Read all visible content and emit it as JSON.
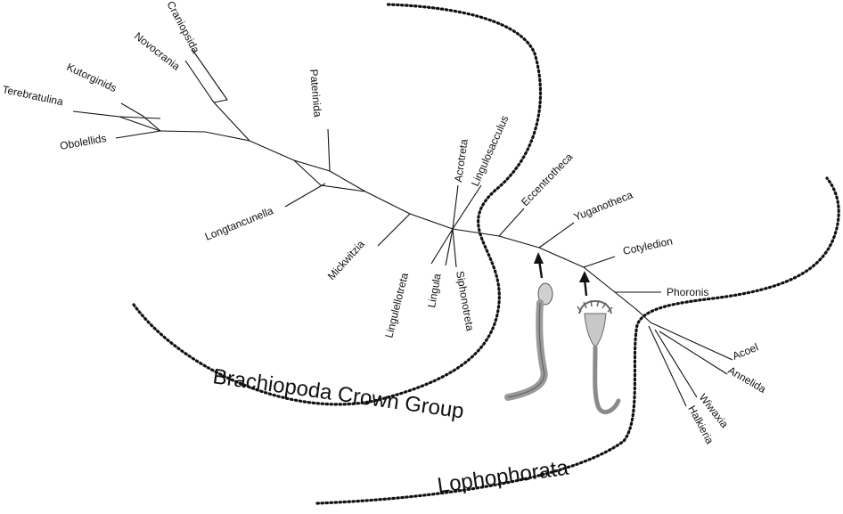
{
  "taxa": {
    "craniopsida": "Craniopsida",
    "novocrania": "Novocrania",
    "kutorginids": "Kutorginids",
    "terebratulina": "Terebratulina",
    "obolellids": "Obolellids",
    "paterinida": "Paterinida",
    "longtancunella": "Longtancunella",
    "mickwitzia": "Mickwitzia",
    "acrotreta": "Acrotreta",
    "lingulosacculus": "Lingulosacculus",
    "lingulellotreta": "Lingulellotreta",
    "lingula": "Lingula",
    "siphonotreta": "Siphonotreta",
    "eccentrotheca": "Eccentrotheca",
    "yuganotheca": "Yuganotheca",
    "cotyledion": "Cotyledion",
    "phoronis": "Phoronis",
    "acoel": "Acoel",
    "annelida": "Annelida",
    "wiwaxia": "Wiwaxia",
    "halkieria": "Halkieria"
  },
  "groups": {
    "brachiopoda_crown": "Brachiopoda Crown Group",
    "lophophorata": "Lophophorata"
  },
  "colors": {
    "lines": "#111111",
    "background": "#ffffff",
    "fossil_fill": "#c8c8c8"
  },
  "icons": {
    "fossil_left": "stalked-tube-fossil-illustration",
    "fossil_right": "tentacled-cup-fossil-illustration"
  }
}
